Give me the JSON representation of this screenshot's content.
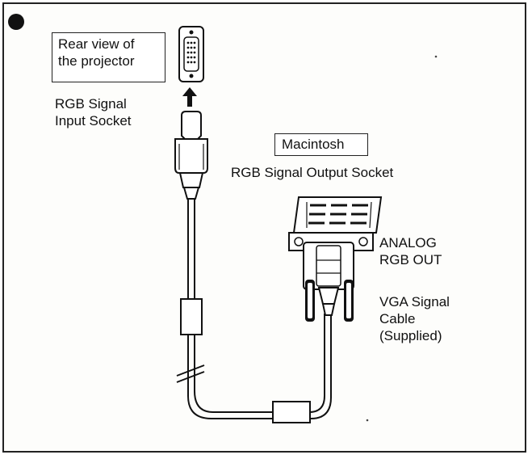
{
  "labels": {
    "rear_view_line1": "Rear view of",
    "rear_view_line2": "the projector",
    "rgb_input_line1": "RGB Signal",
    "rgb_input_line2": "Input Socket",
    "macintosh": "Macintosh",
    "rgb_output": "RGB Signal Output Socket",
    "analog_line1": "ANALOG",
    "analog_line2": "RGB OUT",
    "vga_line1": "VGA Signal",
    "vga_line2": "Cable",
    "vga_line3": "(Supplied)"
  },
  "colors": {
    "ink": "#111111",
    "paper": "#fdfdfb"
  }
}
